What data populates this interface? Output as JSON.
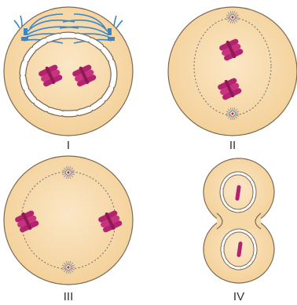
{
  "colors": {
    "cytoplasm": "#f8ddb0",
    "outline": "#7a6a55",
    "chromosome": "#b3236f",
    "spindle": "#3d86c6",
    "centrosome_dot": "#cc2b32",
    "nuclear_envelope": "#ffffff"
  },
  "panels": [
    {
      "label": "I"
    },
    {
      "label": "II"
    },
    {
      "label": "III"
    },
    {
      "label": "IV"
    }
  ]
}
